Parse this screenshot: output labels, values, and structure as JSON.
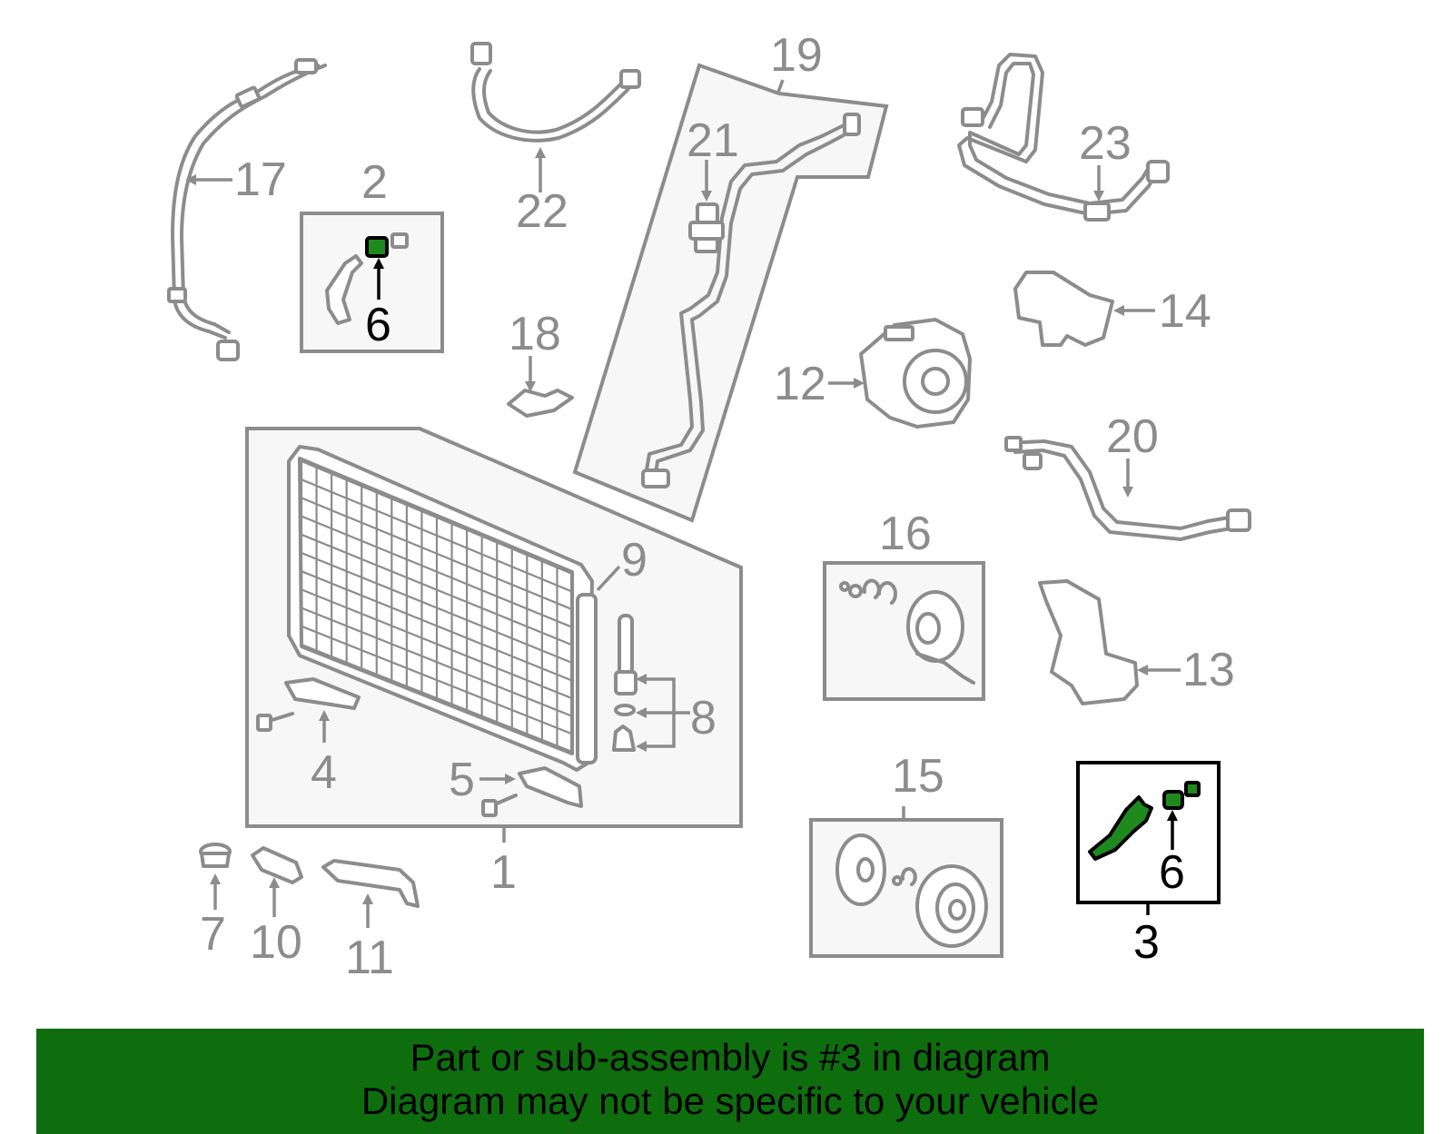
{
  "diagram": {
    "callouts": {
      "c1": "1",
      "c2": "2",
      "c3": "3",
      "c4": "4",
      "c5": "5",
      "c6a": "6",
      "c6b": "6",
      "c7": "7",
      "c8": "8",
      "c9": "9",
      "c10": "10",
      "c11": "11",
      "c12": "12",
      "c13": "13",
      "c14": "14",
      "c15": "15",
      "c16": "16",
      "c17": "17",
      "c18": "18",
      "c19": "19",
      "c20": "20",
      "c21": "21",
      "c22": "22",
      "c23": "23"
    },
    "highlighted_callout": "3",
    "colors": {
      "gray": "#8c8c8c",
      "highlight": "#1e8a1e",
      "banner": "#0e6e0e"
    }
  },
  "banner": {
    "line1": "Part or sub-assembly is #3 in diagram",
    "line2": "Diagram may not be specific to your vehicle"
  }
}
